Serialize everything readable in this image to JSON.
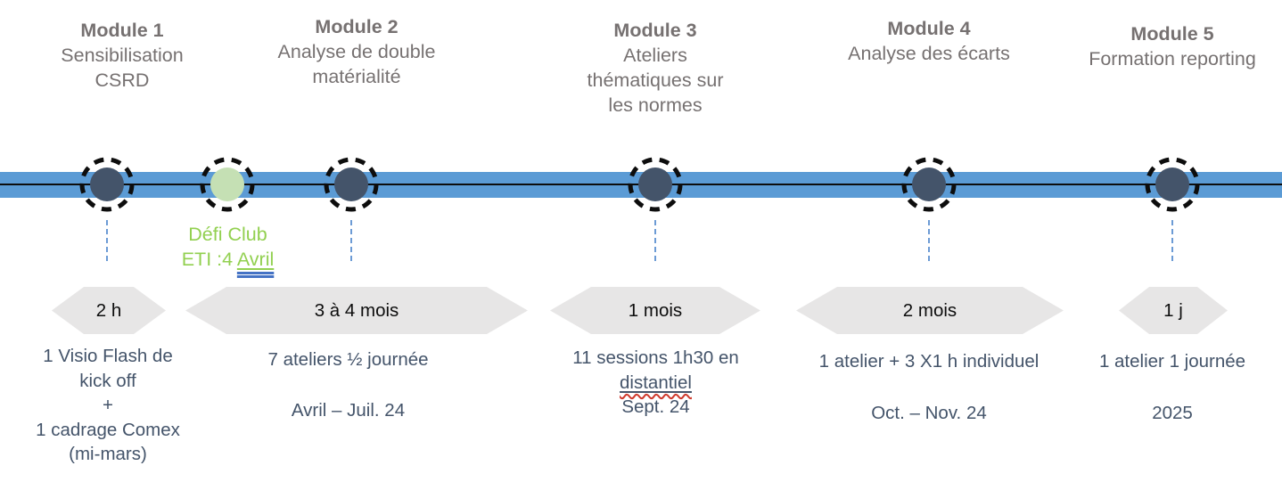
{
  "colors": {
    "timeline_blue": "#5B9BD5",
    "dot_navy": "#44546A",
    "milestone_green_fill": "#C5E0B4",
    "milestone_green_text": "#92D050",
    "header_gray": "#767171",
    "detail_slate": "#44546A",
    "badge_gray": "#E7E6E6",
    "spellcheck_red": "#cf3a2d",
    "grammar_blue": "#4472C4"
  },
  "modules": [
    {
      "title": "Module 1",
      "subtitle": "Sensibilisation\nCSRD",
      "duration_badge": "2 h",
      "description": "1 Visio Flash de\nkick off\n+\n1 cadrage Comex\n(mi-mars)",
      "date": ""
    },
    {
      "title": "Module 2",
      "subtitle": "Analyse de double\nmatérialité",
      "duration_badge": "3 à 4 mois",
      "description": "7 ateliers ½ journée",
      "date": "Avril – Juil. 24"
    },
    {
      "title": "Module 3",
      "subtitle": "Ateliers\nthématiques sur\nles normes",
      "duration_badge": "1 mois",
      "description_line1": "11 sessions 1h30 en",
      "description_underlined": "distantiel",
      "date": "Sept. 24"
    },
    {
      "title": "Module 4",
      "subtitle": "Analyse des écarts",
      "duration_badge": "2 mois",
      "description": "1 atelier + 3 X1 h individuel",
      "date": "Oct. – Nov. 24"
    },
    {
      "title": "Module 5",
      "subtitle": "Formation reporting",
      "duration_badge": "1 j",
      "description": "1 atelier 1 journée",
      "date": "2025"
    }
  ],
  "milestone": {
    "line1": "Défi Club",
    "line2_prefix": "ETI :4 ",
    "line2_link": "Avril"
  }
}
